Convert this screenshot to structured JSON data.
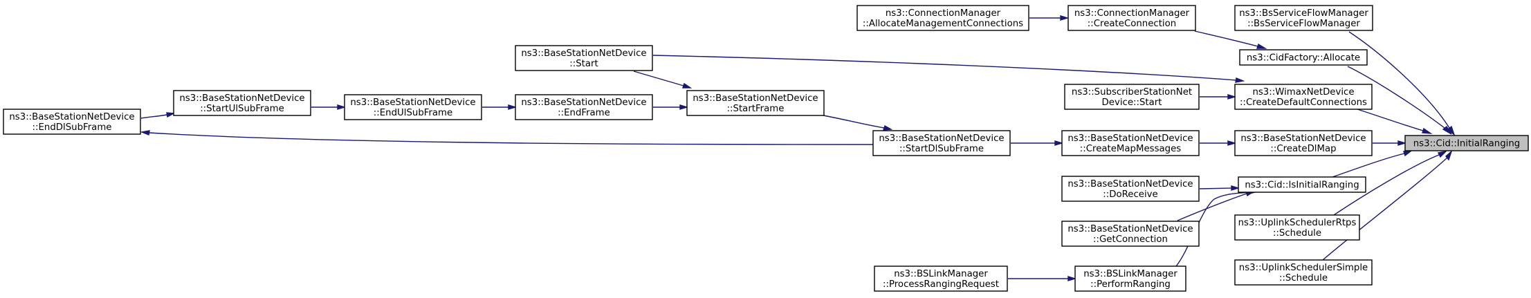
{
  "diagram": {
    "root_node": "root",
    "colors": {
      "edge": "#191970",
      "node_border": "#000000",
      "root_fill": "#bfbfbf",
      "node_fill": "#ffffff"
    },
    "nodes": [
      {
        "id": "root",
        "lines": [
          "ns3::Cid::InitialRanging"
        ]
      },
      {
        "id": "bssfm",
        "lines": [
          "ns3::BsServiceFlowManager",
          "::BsServiceFlowManager"
        ]
      },
      {
        "id": "cidalloc",
        "lines": [
          "ns3::CidFactory::Allocate"
        ]
      },
      {
        "id": "connmgr_create",
        "lines": [
          "ns3::ConnectionManager",
          "::CreateConnection"
        ]
      },
      {
        "id": "connmgr_alloc",
        "lines": [
          "ns3::ConnectionManager",
          "::AllocateManagementConnections"
        ]
      },
      {
        "id": "wimax_cdc",
        "lines": [
          "ns3::WimaxNetDevice",
          "::CreateDefaultConnections"
        ]
      },
      {
        "id": "bs_start",
        "lines": [
          "ns3::BaseStationNetDevice",
          "::Start"
        ]
      },
      {
        "id": "ss_start",
        "lines": [
          "ns3::SubscriberStationNet",
          "Device::Start"
        ]
      },
      {
        "id": "bs_createdlmap",
        "lines": [
          "ns3::BaseStationNetDevice",
          "::CreateDlMap"
        ]
      },
      {
        "id": "bs_createmap",
        "lines": [
          "ns3::BaseStationNetDevice",
          "::CreateMapMessages"
        ]
      },
      {
        "id": "bs_startdl",
        "lines": [
          "ns3::BaseStationNetDevice",
          "::StartDlSubFrame"
        ]
      },
      {
        "id": "bs_startframe",
        "lines": [
          "ns3::BaseStationNetDevice",
          "::StartFrame"
        ]
      },
      {
        "id": "bs_endframe",
        "lines": [
          "ns3::BaseStationNetDevice",
          "::EndFrame"
        ]
      },
      {
        "id": "bs_endul",
        "lines": [
          "ns3::BaseStationNetDevice",
          "::EndUlSubFrame"
        ]
      },
      {
        "id": "bs_startul",
        "lines": [
          "ns3::BaseStationNetDevice",
          "::StartUlSubFrame"
        ]
      },
      {
        "id": "bs_enddl",
        "lines": [
          "ns3::BaseStationNetDevice",
          "::EndDlSubFrame"
        ]
      },
      {
        "id": "cid_isinit",
        "lines": [
          "ns3::Cid::IsInitialRanging"
        ]
      },
      {
        "id": "bs_doreceive",
        "lines": [
          "ns3::BaseStationNetDevice",
          "::DoReceive"
        ]
      },
      {
        "id": "bs_getconn",
        "lines": [
          "ns3::BaseStationNetDevice",
          "::GetConnection"
        ]
      },
      {
        "id": "bslm_perform",
        "lines": [
          "ns3::BSLinkManager",
          "::PerformRanging"
        ]
      },
      {
        "id": "bslm_process",
        "lines": [
          "ns3::BSLinkManager",
          "::ProcessRangingRequest"
        ]
      },
      {
        "id": "rtps_sched",
        "lines": [
          "ns3::UplinkSchedulerRtps",
          "::Schedule"
        ]
      },
      {
        "id": "simple_sched",
        "lines": [
          "ns3::UplinkSchedulerSimple",
          "::Schedule"
        ]
      }
    ],
    "edges": [
      {
        "from": "bssfm",
        "to": "root"
      },
      {
        "from": "cidalloc",
        "to": "root"
      },
      {
        "from": "connmgr_create",
        "to": "cidalloc"
      },
      {
        "from": "connmgr_alloc",
        "to": "connmgr_create"
      },
      {
        "from": "wimax_cdc",
        "to": "root"
      },
      {
        "from": "bs_start",
        "to": "wimax_cdc"
      },
      {
        "from": "ss_start",
        "to": "wimax_cdc"
      },
      {
        "from": "bs_createdlmap",
        "to": "root"
      },
      {
        "from": "bs_createmap",
        "to": "bs_createdlmap"
      },
      {
        "from": "bs_startdl",
        "to": "bs_createmap"
      },
      {
        "from": "bs_startframe",
        "to": "bs_startdl"
      },
      {
        "from": "bs_start",
        "to": "bs_startframe"
      },
      {
        "from": "bs_endframe",
        "to": "bs_startframe"
      },
      {
        "from": "bs_endul",
        "to": "bs_endframe"
      },
      {
        "from": "bs_startul",
        "to": "bs_endul"
      },
      {
        "from": "bs_enddl",
        "to": "bs_startul"
      },
      {
        "from": "bs_startdl",
        "to": "bs_enddl"
      },
      {
        "from": "cid_isinit",
        "to": "root"
      },
      {
        "from": "bs_doreceive",
        "to": "cid_isinit"
      },
      {
        "from": "bs_getconn",
        "to": "cid_isinit"
      },
      {
        "from": "bslm_perform",
        "to": "cid_isinit"
      },
      {
        "from": "bslm_process",
        "to": "bslm_perform"
      },
      {
        "from": "rtps_sched",
        "to": "root"
      },
      {
        "from": "simple_sched",
        "to": "root"
      }
    ]
  }
}
